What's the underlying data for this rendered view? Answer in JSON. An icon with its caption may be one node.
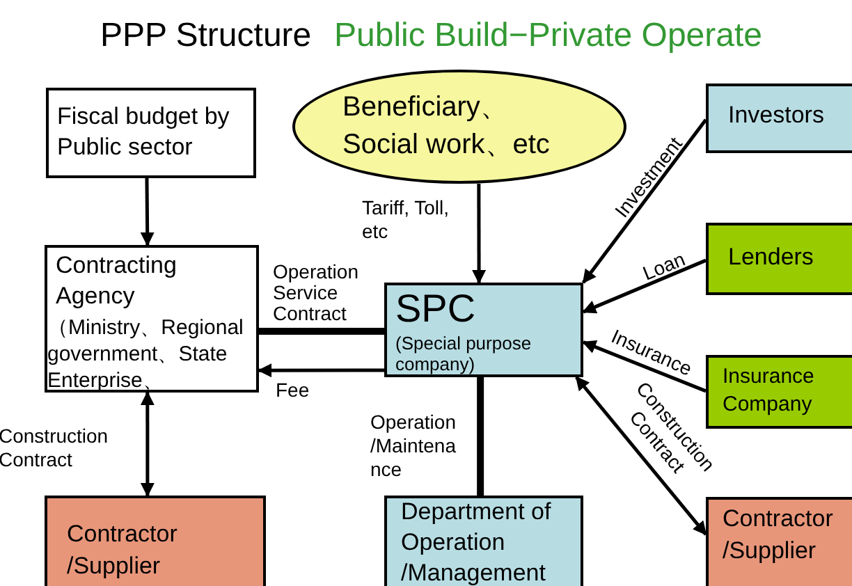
{
  "diagram": {
    "title": "PPP Structure",
    "labels": [
      "Public Build−Private Operate"
    ],
    "nodes": [
      {
        "text": [
          "Fiscal budget by Public sector"
        ]
      },
      {
        "text": [
          "Beneficiary、Social work、etc"
        ]
      },
      {
        "text": [
          "Investors"
        ]
      },
      {
        "text": [
          "Contracting Agency",
          "（Ministry、Regional government、State Enterprise、"
        ]
      },
      {
        "text": [
          "SPC",
          "(Special purpose company)"
        ]
      },
      {
        "text": [
          "Lenders"
        ]
      },
      {
        "text": [
          "Insurance Company"
        ]
      },
      {
        "text": [
          "Contractor /Supplier"
        ]
      },
      {
        "text": [
          "Department of Operation /Management"
        ]
      },
      {
        "text": [
          "Contractor /Supplier"
        ]
      }
    ],
    "edges": [
      {
        "from": 0,
        "to": 3,
        "arrow": "to"
      },
      {
        "from": 1,
        "to": 4,
        "arrow": "to",
        "label": "Tariff, Toll, etc"
      },
      {
        "from": 3,
        "to": 4,
        "arrow": "none",
        "style": "thick",
        "label": "Operation Service Contract"
      },
      {
        "from": 4,
        "to": 3,
        "arrow": "to",
        "label": "Fee"
      },
      {
        "from": 3,
        "to": 7,
        "arrow": "both",
        "label": "Construction Contract"
      },
      {
        "from": 4,
        "to": 8,
        "arrow": "none",
        "style": "thick",
        "label": "Operation /Maintena nce"
      },
      {
        "from": 2,
        "to": 4,
        "arrow": "to",
        "label": "Investment"
      },
      {
        "from": 5,
        "to": 4,
        "arrow": "to",
        "label": "Loan"
      },
      {
        "from": 6,
        "to": 4,
        "arrow": "to",
        "label": "Insurance"
      },
      {
        "from": 4,
        "to": 9,
        "arrow": "both",
        "label": "Construction Contract"
      }
    ]
  }
}
